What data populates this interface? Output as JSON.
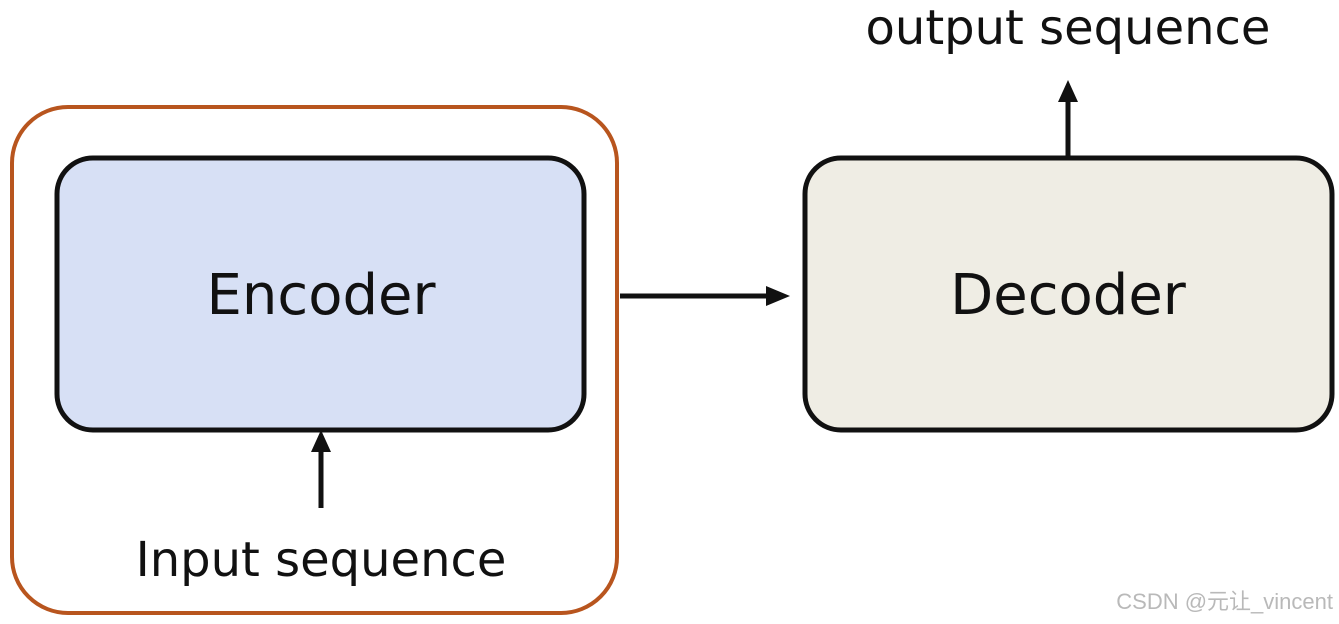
{
  "encoder": {
    "label": "Encoder",
    "fill": "#d7e0f5"
  },
  "decoder": {
    "label": "Decoder",
    "fill": "#efede4"
  },
  "input": {
    "label": "Input sequence"
  },
  "output": {
    "label": "output sequence"
  },
  "highlight_color": "#b8551e",
  "watermark": "CSDN @元让_vincent"
}
